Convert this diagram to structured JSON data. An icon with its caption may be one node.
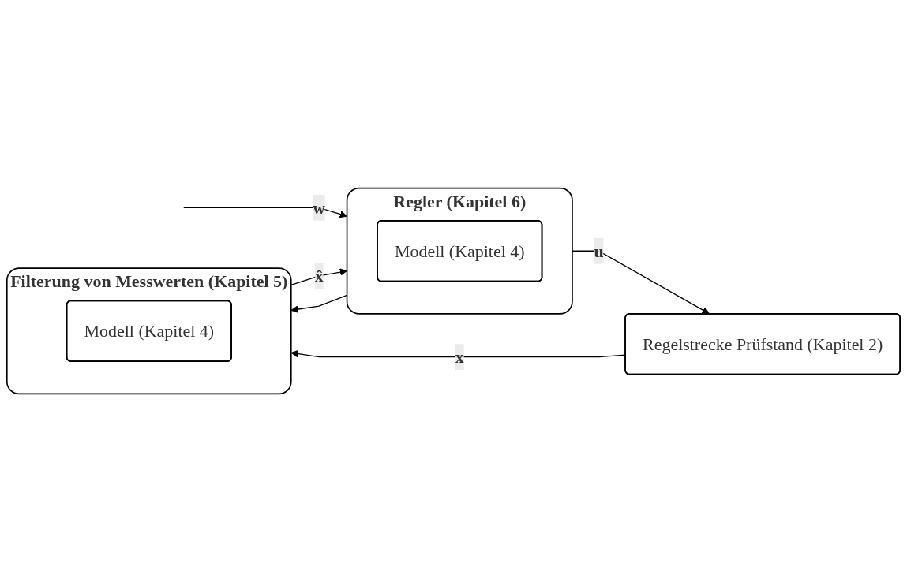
{
  "diagram": {
    "nodes": [
      {
        "text": [
          "Regler (Kapitel 6)"
        ]
      },
      {
        "text": [
          "Modell (Kapitel 4)"
        ],
        "in": 0
      },
      {
        "text": [
          "Regelstrecke Prüfstand (Kapitel 2)"
        ]
      },
      {
        "text": [
          "Filterung von Messwerten (Kapitel 5)"
        ]
      },
      {
        "text": [
          "Modell (Kapitel 4)"
        ],
        "in": 3
      }
    ],
    "edges": [
      {
        "from": null,
        "to": 0,
        "arrow": "to",
        "label": "w"
      },
      {
        "from": 0,
        "to": 2,
        "arrow": "to",
        "label": "u"
      },
      {
        "from": 0,
        "to": 3,
        "arrow": "to"
      },
      {
        "from": 2,
        "to": 3,
        "arrow": "to",
        "label": "x"
      },
      {
        "from": 3,
        "to": 0,
        "arrow": "to",
        "label": "x̂"
      }
    ]
  }
}
